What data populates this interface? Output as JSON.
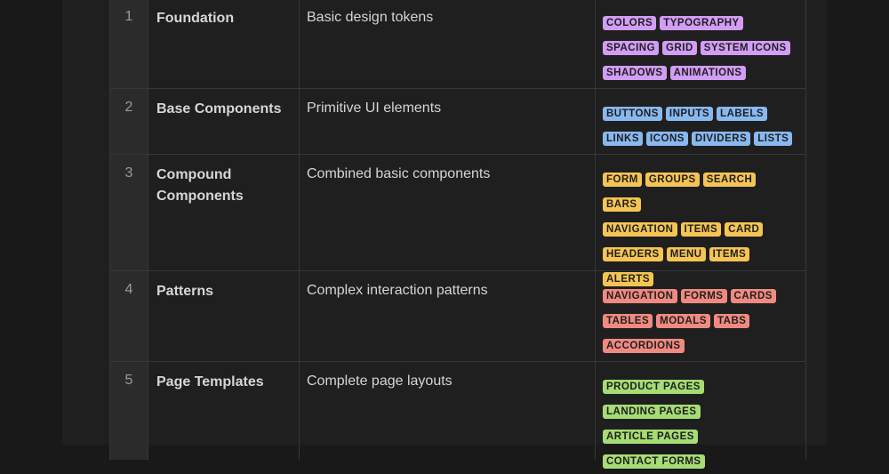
{
  "colors": {
    "purple": "#d29df5",
    "blue": "#88b8f0",
    "yellow": "#f5c453",
    "red": "#f08a80",
    "green": "#a5dc74"
  },
  "rows": [
    {
      "num": "1",
      "name": "Foundation",
      "desc": "Basic design tokens",
      "tag_color": "purple",
      "tags": [
        "COLORS",
        "TYPOGRAPHY",
        "SPACING",
        "GRID",
        "SYSTEM ICONS",
        "SHADOWS",
        "ANIMATIONS"
      ]
    },
    {
      "num": "2",
      "name": "Base Components",
      "desc": "Primitive UI elements",
      "tag_color": "blue",
      "tags": [
        "BUTTONS",
        "INPUTS",
        "LABELS",
        "LINKS",
        "ICONS",
        "DIVIDERS",
        "LISTS"
      ]
    },
    {
      "num": "3",
      "name": "Compound Components",
      "desc": "Combined basic components",
      "tag_color": "yellow",
      "tags": [
        "FORM",
        "GROUPS",
        "SEARCH",
        "BARS",
        "NAVIGATION",
        "ITEMS",
        "CARD",
        "HEADERS",
        "MENU",
        "ITEMS",
        "ALERTS"
      ]
    },
    {
      "num": "4",
      "name": "Patterns",
      "desc": "Complex interaction patterns",
      "tag_color": "red",
      "tags": [
        "NAVIGATION",
        "FORMS",
        "CARDS",
        "TABLES",
        "MODALS",
        "TABS",
        "ACCORDIONS"
      ]
    },
    {
      "num": "5",
      "name": "Page Templates",
      "desc": "Complete page layouts",
      "tag_color": "green",
      "tags": [
        "PRODUCT PAGES",
        "LANDING PAGES",
        "ARTICLE PAGES",
        "CONTACT FORMS"
      ]
    }
  ]
}
